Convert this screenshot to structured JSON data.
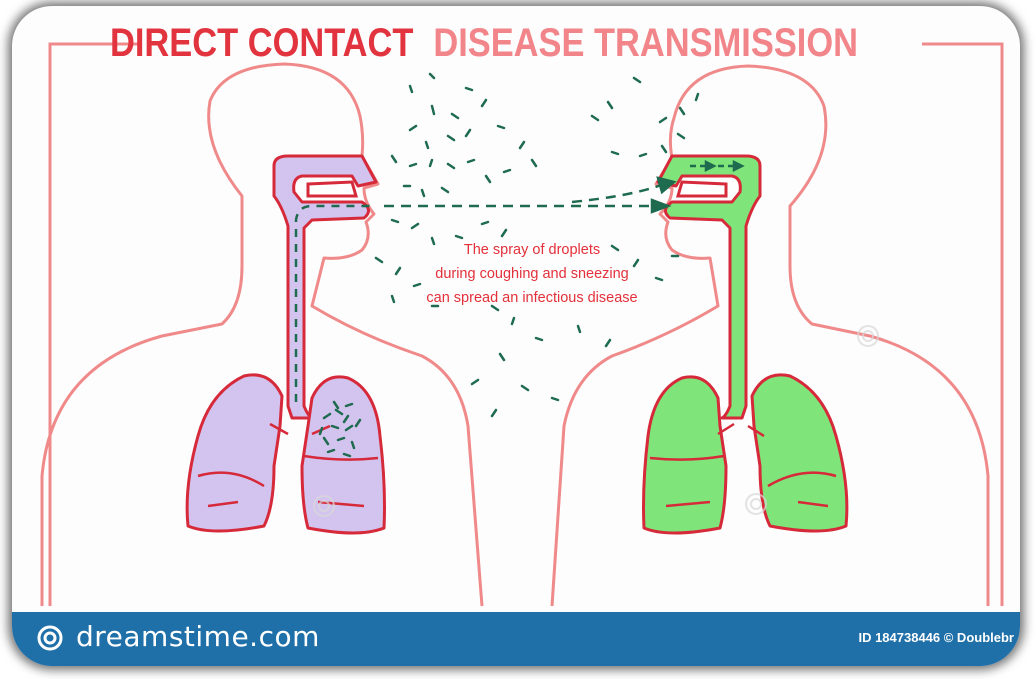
{
  "title": {
    "part1": "DIRECT CONTACT",
    "part2": "DISEASE TRANSMISSION"
  },
  "caption": {
    "line1": "The spray of droplets",
    "line2": "during coughing and sneezing",
    "line3": "can spread an infectious disease"
  },
  "footer": {
    "brand": "dreamstime.com",
    "stock_id": "ID 184738446 © Doublebr"
  },
  "colors": {
    "outline": "#f08a8a",
    "organ_outline": "#d6293a",
    "infected_fill": "#d3c4ef",
    "healthy_fill": "#7fe57a",
    "droplet": "#1e6b4f",
    "footer_bg": "#1f6fa8"
  },
  "icons": [
    "dreamstime-logo-icon",
    "watermark-spiral-icon"
  ]
}
